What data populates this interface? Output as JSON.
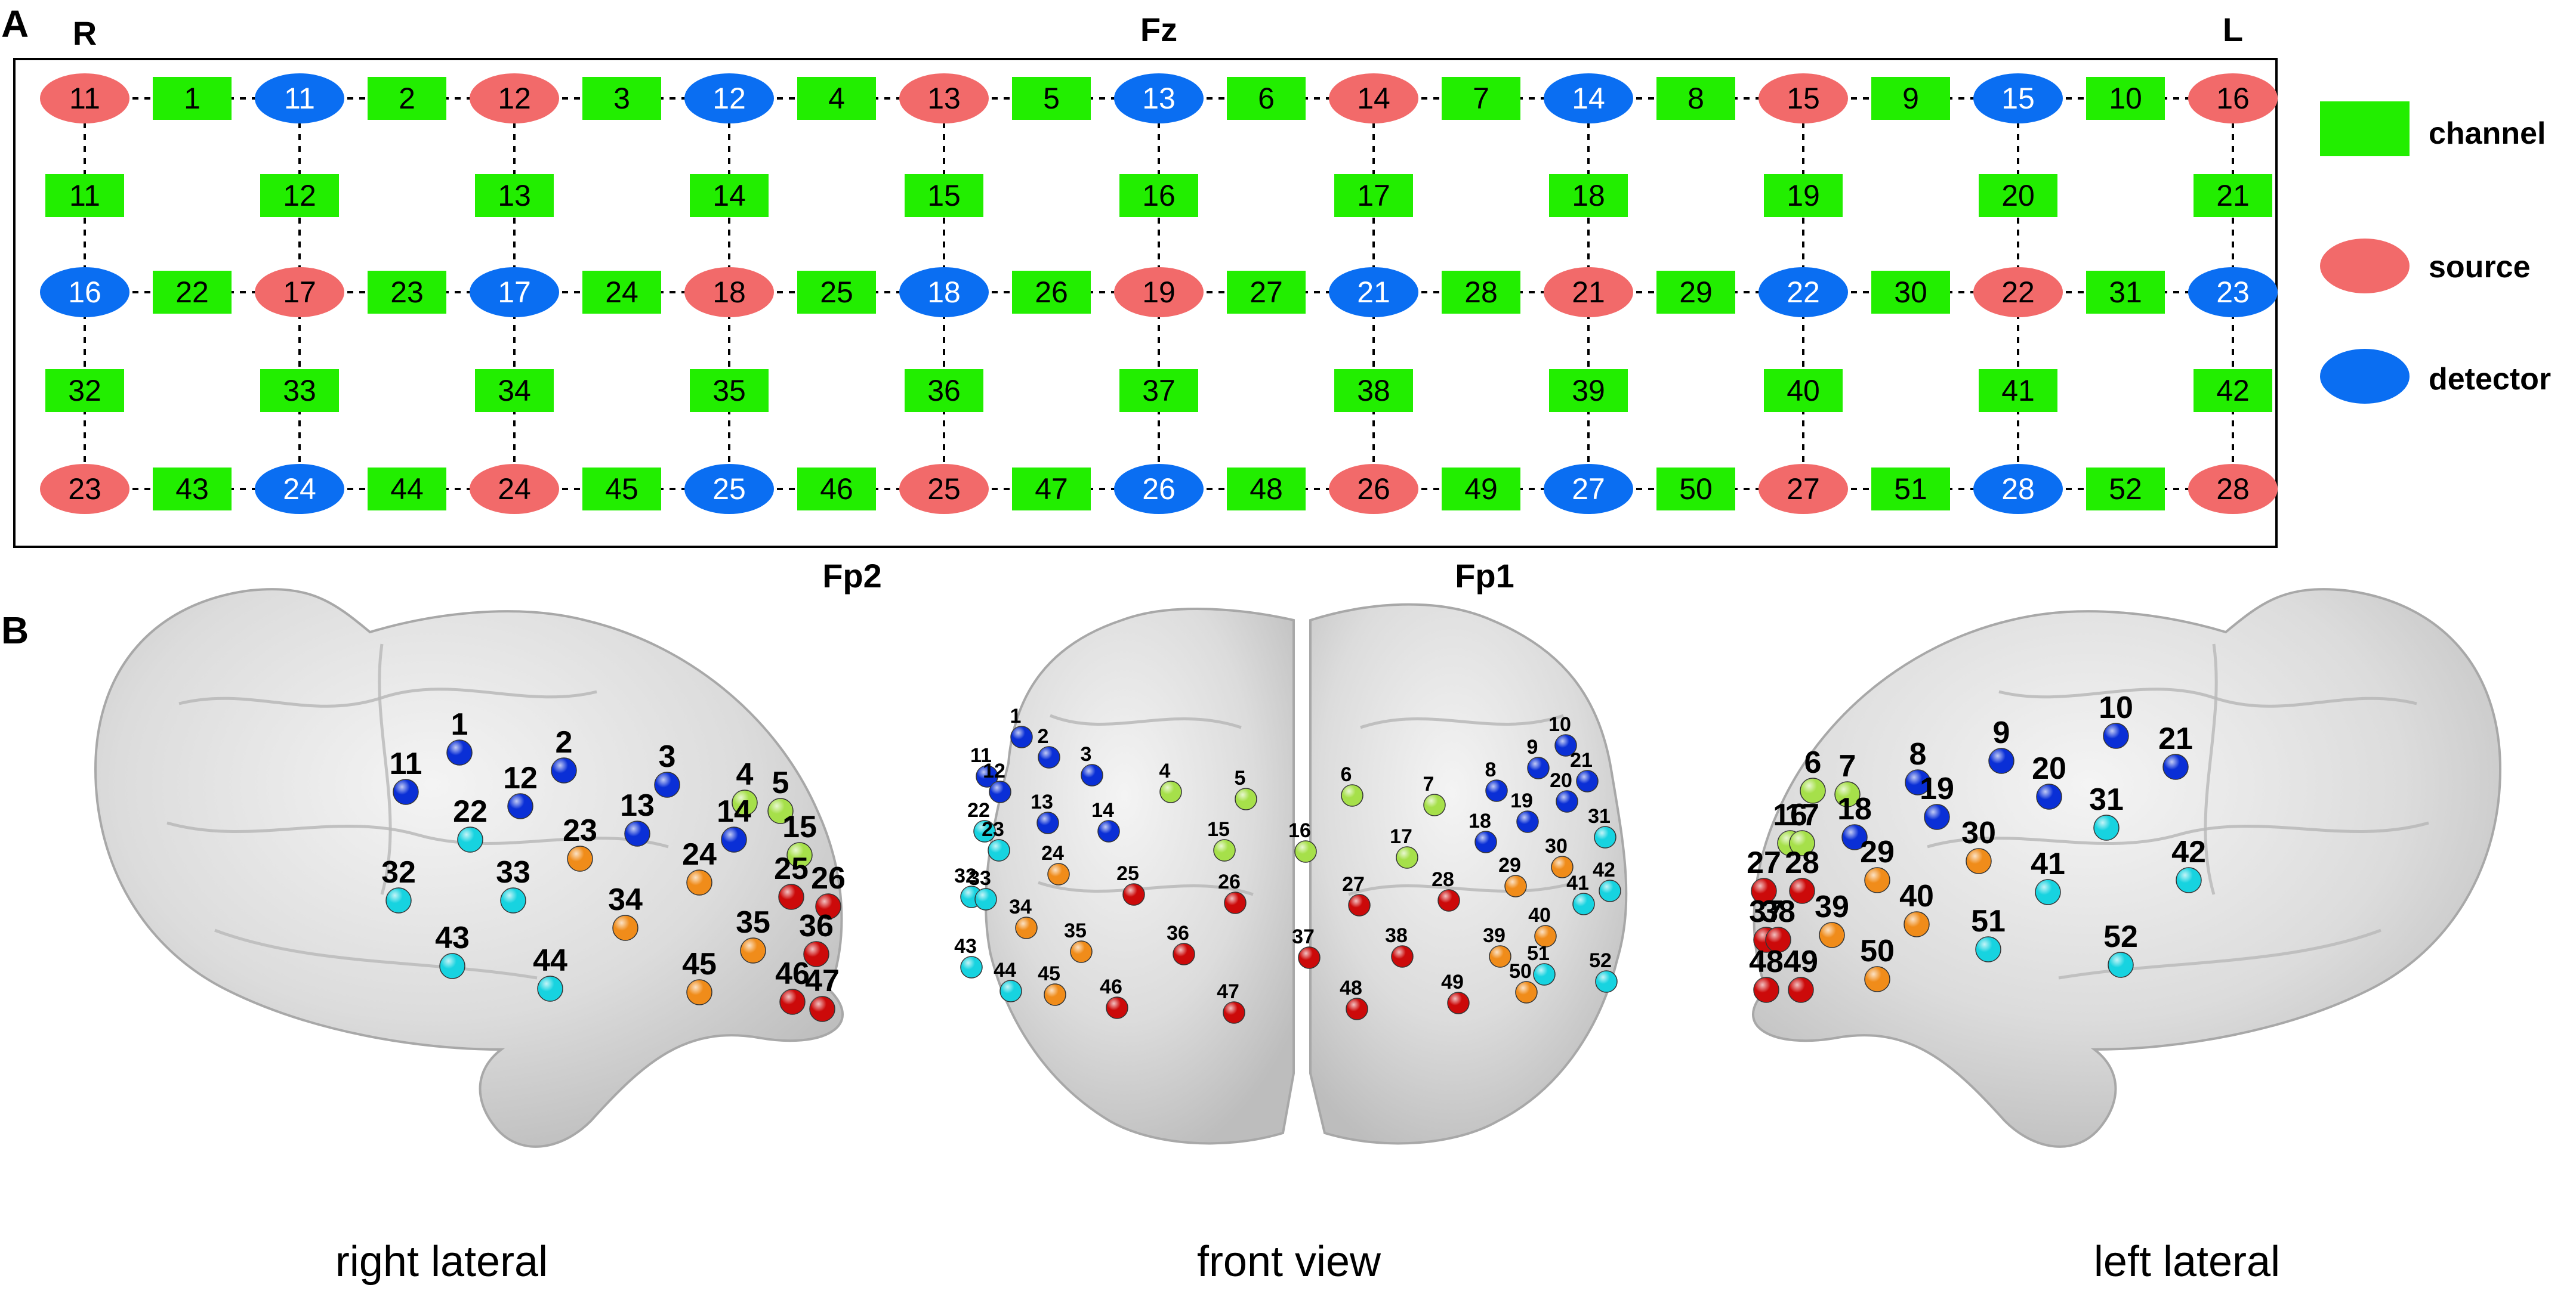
{
  "figure": {
    "panel_a_label": "A",
    "panel_b_label": "B",
    "side_right": "R",
    "side_left": "L",
    "top_center": "Fz",
    "bottom_right_of_center": "Fp2",
    "bottom_left_of_center": "Fp1"
  },
  "legend": [
    {
      "label": "channel",
      "shape": "rectangle",
      "color": "#22ee00"
    },
    {
      "label": "source",
      "shape": "ellipse",
      "color": "#f26a6a"
    },
    {
      "label": "detector",
      "shape": "ellipse",
      "color": "#0a6ef2"
    }
  ],
  "colors": {
    "channel": "#22ee00",
    "source": "#f26a6a",
    "detector": "#0a6ef2",
    "brain_blue": "#0a2fd6",
    "brain_lightgreen": "#a6e04a",
    "brain_cyan": "#17d3e0",
    "brain_orange": "#f08c1a",
    "brain_red": "#cc0a0a"
  },
  "probe_grid": {
    "optode_rows": [
      {
        "types": [
          "S",
          "D",
          "S",
          "D",
          "S",
          "D",
          "S",
          "D",
          "S",
          "D",
          "S"
        ],
        "ids": [
          "11",
          "11",
          "12",
          "12",
          "13",
          "13",
          "14",
          "14",
          "15",
          "15",
          "16"
        ]
      },
      {
        "types": [
          "D",
          "S",
          "D",
          "S",
          "D",
          "S",
          "D",
          "S",
          "D",
          "S",
          "D"
        ],
        "ids": [
          "16",
          "17",
          "17",
          "18",
          "18",
          "19",
          "21",
          "21",
          "22",
          "22",
          "23"
        ]
      },
      {
        "types": [
          "S",
          "D",
          "S",
          "D",
          "S",
          "D",
          "S",
          "D",
          "S",
          "D",
          "S"
        ],
        "ids": [
          "23",
          "24",
          "24",
          "25",
          "25",
          "26",
          "26",
          "27",
          "27",
          "28",
          "28"
        ]
      }
    ],
    "horizontal_channels": [
      [
        "1",
        "2",
        "3",
        "4",
        "5",
        "6",
        "7",
        "8",
        "9",
        "10"
      ],
      [
        "22",
        "23",
        "24",
        "25",
        "26",
        "27",
        "28",
        "29",
        "30",
        "31"
      ],
      [
        "43",
        "44",
        "45",
        "46",
        "47",
        "48",
        "49",
        "50",
        "51",
        "52"
      ]
    ],
    "vertical_channels": [
      [
        "11",
        "12",
        "13",
        "14",
        "15",
        "16",
        "17",
        "18",
        "19",
        "20",
        "21"
      ],
      [
        "32",
        "33",
        "34",
        "35",
        "36",
        "37",
        "38",
        "39",
        "40",
        "41",
        "42"
      ]
    ]
  },
  "views": [
    {
      "label": "right lateral"
    },
    {
      "label": "front view"
    },
    {
      "label": "left lateral"
    }
  ],
  "brain_points": {
    "right_lateral": [
      {
        "id": "1",
        "c": "blue"
      },
      {
        "id": "2",
        "c": "blue"
      },
      {
        "id": "3",
        "c": "blue"
      },
      {
        "id": "4",
        "c": "lightgreen"
      },
      {
        "id": "5",
        "c": "lightgreen"
      },
      {
        "id": "11",
        "c": "blue"
      },
      {
        "id": "12",
        "c": "blue"
      },
      {
        "id": "13",
        "c": "blue"
      },
      {
        "id": "14",
        "c": "blue"
      },
      {
        "id": "15",
        "c": "lightgreen"
      },
      {
        "id": "22",
        "c": "cyan"
      },
      {
        "id": "23",
        "c": "orange"
      },
      {
        "id": "24",
        "c": "orange"
      },
      {
        "id": "25",
        "c": "red"
      },
      {
        "id": "26",
        "c": "red"
      },
      {
        "id": "32",
        "c": "cyan"
      },
      {
        "id": "33",
        "c": "cyan"
      },
      {
        "id": "34",
        "c": "orange"
      },
      {
        "id": "35",
        "c": "orange"
      },
      {
        "id": "36",
        "c": "red"
      },
      {
        "id": "43",
        "c": "cyan"
      },
      {
        "id": "44",
        "c": "cyan"
      },
      {
        "id": "45",
        "c": "orange"
      },
      {
        "id": "46",
        "c": "red"
      },
      {
        "id": "47",
        "c": "red"
      }
    ],
    "front_view": [
      {
        "id": "1",
        "c": "blue"
      },
      {
        "id": "2",
        "c": "blue"
      },
      {
        "id": "3",
        "c": "blue"
      },
      {
        "id": "4",
        "c": "lightgreen"
      },
      {
        "id": "5",
        "c": "lightgreen"
      },
      {
        "id": "6",
        "c": "lightgreen"
      },
      {
        "id": "7",
        "c": "lightgreen"
      },
      {
        "id": "8",
        "c": "blue"
      },
      {
        "id": "9",
        "c": "blue"
      },
      {
        "id": "10",
        "c": "blue"
      },
      {
        "id": "11",
        "c": "blue"
      },
      {
        "id": "12",
        "c": "blue"
      },
      {
        "id": "13",
        "c": "blue"
      },
      {
        "id": "14",
        "c": "blue"
      },
      {
        "id": "15",
        "c": "lightgreen"
      },
      {
        "id": "16",
        "c": "lightgreen"
      },
      {
        "id": "17",
        "c": "lightgreen"
      },
      {
        "id": "18",
        "c": "blue"
      },
      {
        "id": "19",
        "c": "blue"
      },
      {
        "id": "20",
        "c": "blue"
      },
      {
        "id": "21",
        "c": "blue"
      },
      {
        "id": "22",
        "c": "cyan"
      },
      {
        "id": "23",
        "c": "cyan"
      },
      {
        "id": "24",
        "c": "orange"
      },
      {
        "id": "25",
        "c": "red"
      },
      {
        "id": "26",
        "c": "red"
      },
      {
        "id": "27",
        "c": "red"
      },
      {
        "id": "28",
        "c": "red"
      },
      {
        "id": "29",
        "c": "orange"
      },
      {
        "id": "30",
        "c": "orange"
      },
      {
        "id": "31",
        "c": "cyan"
      },
      {
        "id": "32",
        "c": "cyan"
      },
      {
        "id": "33",
        "c": "cyan"
      },
      {
        "id": "34",
        "c": "orange"
      },
      {
        "id": "35",
        "c": "orange"
      },
      {
        "id": "36",
        "c": "red"
      },
      {
        "id": "37",
        "c": "red"
      },
      {
        "id": "38",
        "c": "red"
      },
      {
        "id": "39",
        "c": "orange"
      },
      {
        "id": "40",
        "c": "orange"
      },
      {
        "id": "41",
        "c": "cyan"
      },
      {
        "id": "42",
        "c": "cyan"
      },
      {
        "id": "43",
        "c": "cyan"
      },
      {
        "id": "44",
        "c": "cyan"
      },
      {
        "id": "45",
        "c": "orange"
      },
      {
        "id": "46",
        "c": "red"
      },
      {
        "id": "47",
        "c": "red"
      },
      {
        "id": "48",
        "c": "red"
      },
      {
        "id": "49",
        "c": "red"
      },
      {
        "id": "50",
        "c": "orange"
      },
      {
        "id": "51",
        "c": "cyan"
      },
      {
        "id": "52",
        "c": "cyan"
      }
    ],
    "left_lateral": [
      {
        "id": "6",
        "c": "lightgreen"
      },
      {
        "id": "7",
        "c": "lightgreen"
      },
      {
        "id": "8",
        "c": "blue"
      },
      {
        "id": "9",
        "c": "blue"
      },
      {
        "id": "10",
        "c": "blue"
      },
      {
        "id": "16",
        "c": "lightgreen"
      },
      {
        "id": "17",
        "c": "lightgreen"
      },
      {
        "id": "18",
        "c": "blue"
      },
      {
        "id": "19",
        "c": "blue"
      },
      {
        "id": "20",
        "c": "blue"
      },
      {
        "id": "21",
        "c": "blue"
      },
      {
        "id": "27",
        "c": "red"
      },
      {
        "id": "28",
        "c": "red"
      },
      {
        "id": "29",
        "c": "orange"
      },
      {
        "id": "30",
        "c": "orange"
      },
      {
        "id": "31",
        "c": "cyan"
      },
      {
        "id": "37",
        "c": "red"
      },
      {
        "id": "38",
        "c": "red"
      },
      {
        "id": "39",
        "c": "orange"
      },
      {
        "id": "40",
        "c": "orange"
      },
      {
        "id": "41",
        "c": "cyan"
      },
      {
        "id": "42",
        "c": "cyan"
      },
      {
        "id": "48",
        "c": "red"
      },
      {
        "id": "49",
        "c": "red"
      },
      {
        "id": "50",
        "c": "orange"
      },
      {
        "id": "51",
        "c": "cyan"
      },
      {
        "id": "52",
        "c": "cyan"
      }
    ]
  }
}
